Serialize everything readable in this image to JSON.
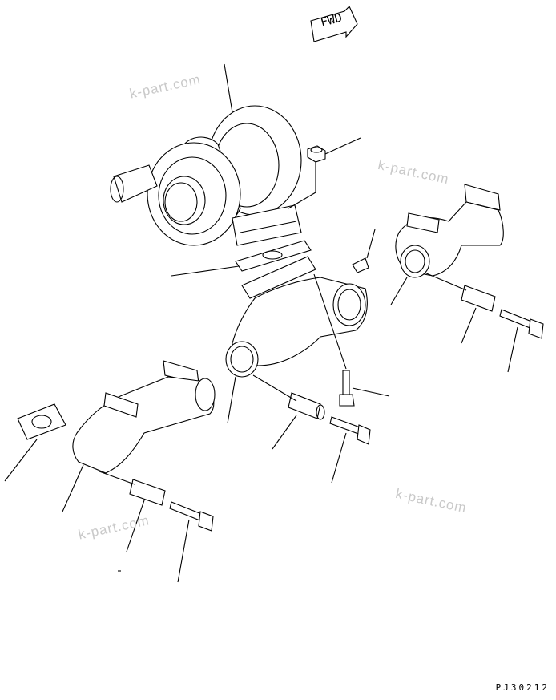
{
  "diagram": {
    "direction_arrow_label": "FWD",
    "drawing_code": "PJ30212",
    "watermarks": [
      "k-part.com",
      "k-part.com",
      "k-part.com",
      "k-part.com"
    ]
  }
}
